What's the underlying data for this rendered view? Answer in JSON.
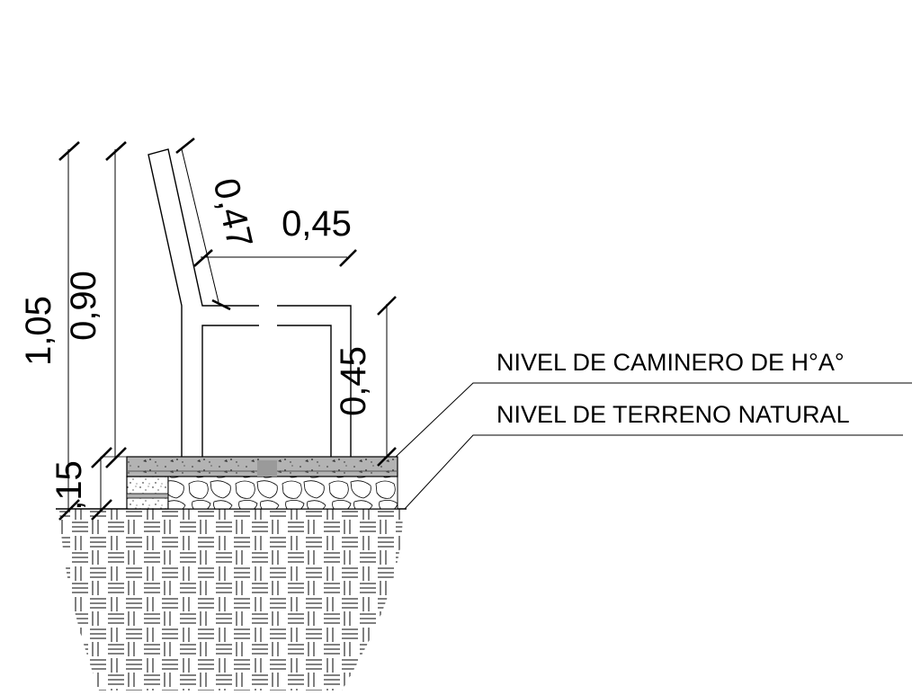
{
  "drawing": {
    "dimensions": {
      "total_height": "1,05",
      "backrest_height": "0,90",
      "backrest_length": "0,47",
      "seat_depth": "0,45",
      "seat_height": "0,45",
      "slab_thickness": ",15"
    },
    "labels": {
      "walkway_level": "NIVEL DE CAMINERO DE H°A°",
      "natural_ground_level": "NIVEL DE TERRENO NATURAL"
    }
  }
}
